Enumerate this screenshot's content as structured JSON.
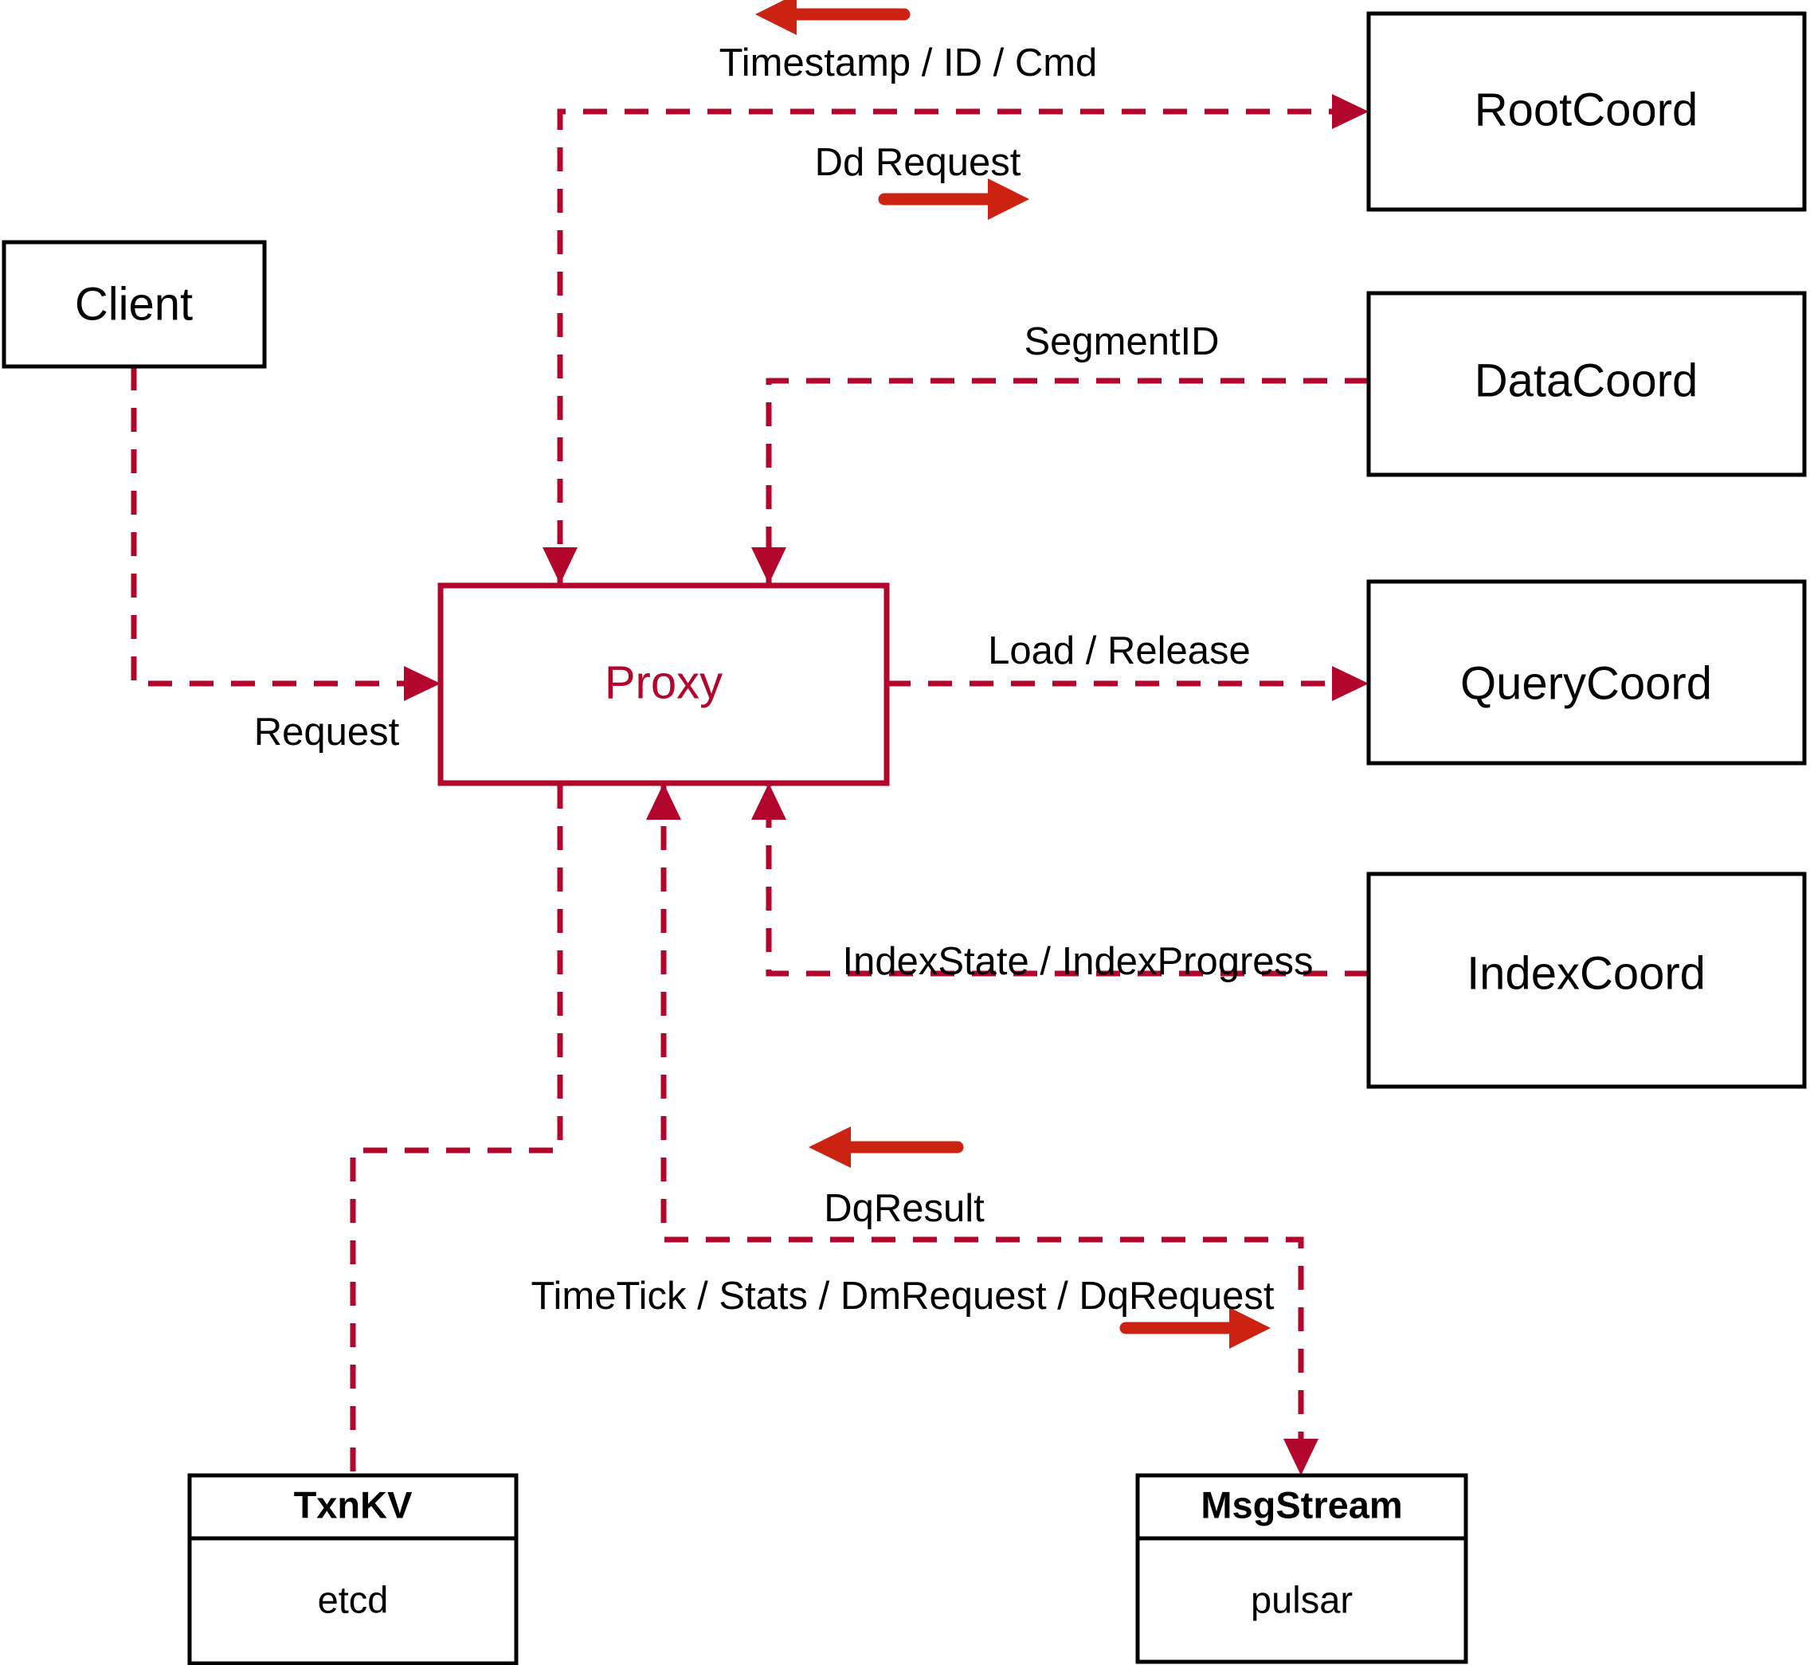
{
  "diagram": {
    "title": "Proxy Architecture Flow",
    "colors": {
      "flow_line": "#B3062C",
      "direction_arrow": "#CC2211",
      "node_stroke": "#000000",
      "accent_node": "#B3062C",
      "background": "#FFFFFF"
    },
    "nodes": [
      {
        "id": "client",
        "label": "Client",
        "style": "plain"
      },
      {
        "id": "proxy",
        "label": "Proxy",
        "style": "accent"
      },
      {
        "id": "rootcoord",
        "label": "RootCoord",
        "style": "plain"
      },
      {
        "id": "datacoord",
        "label": "DataCoord",
        "style": "plain"
      },
      {
        "id": "querycoord",
        "label": "QueryCoord",
        "style": "plain"
      },
      {
        "id": "indexcoord",
        "label": "IndexCoord",
        "style": "plain"
      },
      {
        "id": "txnkv",
        "label": "TxnKV",
        "sublabel": "etcd",
        "style": "two-part"
      },
      {
        "id": "msgstream",
        "label": "MsgStream",
        "sublabel": "pulsar",
        "style": "two-part"
      }
    ],
    "edge_labels": {
      "timestamp_id_cmd": "Timestamp / ID / Cmd",
      "dd_request": "Dd Request",
      "segment_id": "SegmentID",
      "load_release": "Load / Release",
      "index_state_progress": "IndexState / IndexProgress",
      "request": "Request",
      "dq_result": "DqResult",
      "timetick_stats": "TimeTick / Stats / DmRequest / DqRequest"
    },
    "edges": [
      {
        "from": "proxy",
        "to": "rootcoord",
        "label": "Dd Request",
        "return_label": "Timestamp / ID / Cmd"
      },
      {
        "from": "datacoord",
        "to": "proxy",
        "label": "SegmentID"
      },
      {
        "from": "proxy",
        "to": "querycoord",
        "label": "Load / Release"
      },
      {
        "from": "indexcoord",
        "to": "proxy",
        "label": "IndexState / IndexProgress"
      },
      {
        "from": "client",
        "to": "proxy",
        "label": "Request"
      },
      {
        "from": "proxy",
        "to": "txnkv",
        "label": ""
      },
      {
        "from": "proxy",
        "to": "msgstream",
        "label": "TimeTick / Stats / DmRequest / DqRequest",
        "return_label": "DqResult"
      }
    ]
  }
}
